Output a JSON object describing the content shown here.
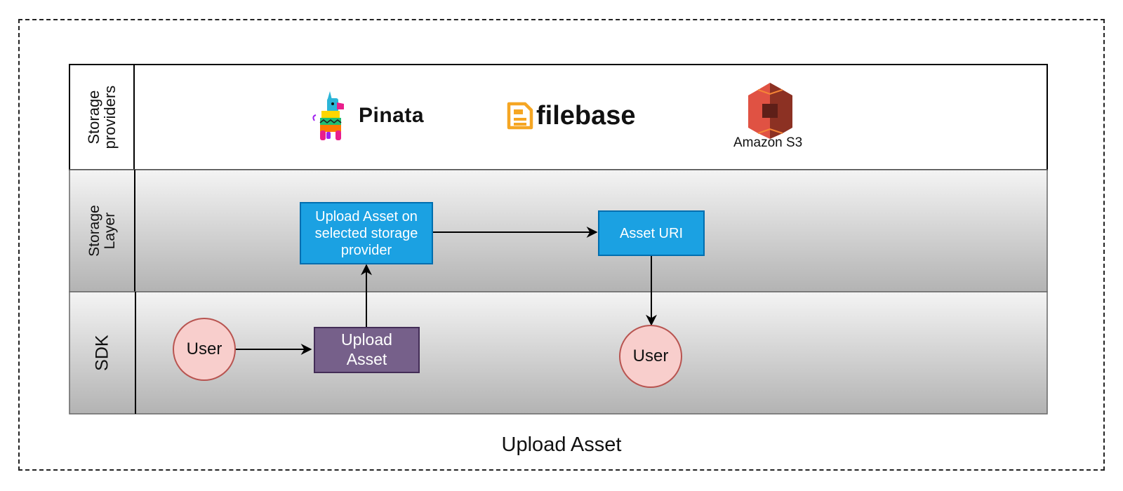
{
  "diagram": {
    "caption": "Upload Asset",
    "lanes": {
      "providers": "Storage providers",
      "storage_layer": "Storage Layer",
      "sdk": "SDK"
    },
    "providers": {
      "pinata": "Pinata",
      "filebase": "filebase",
      "amazon_s3": "Amazon S3"
    },
    "nodes": {
      "user_start": "User",
      "upload_asset": "Upload Asset",
      "upload_on_provider": "Upload Asset on selected storage provider",
      "asset_uri": "Asset URI",
      "user_end": "User"
    },
    "colors": {
      "process_blue": "#1ba1e2",
      "process_purple": "#76608a",
      "actor_fill": "#f8cecc",
      "actor_stroke": "#b85450",
      "pinata_accent": "#e91e8c",
      "filebase_accent": "#f5a623",
      "s3_red": "#e05243"
    }
  }
}
